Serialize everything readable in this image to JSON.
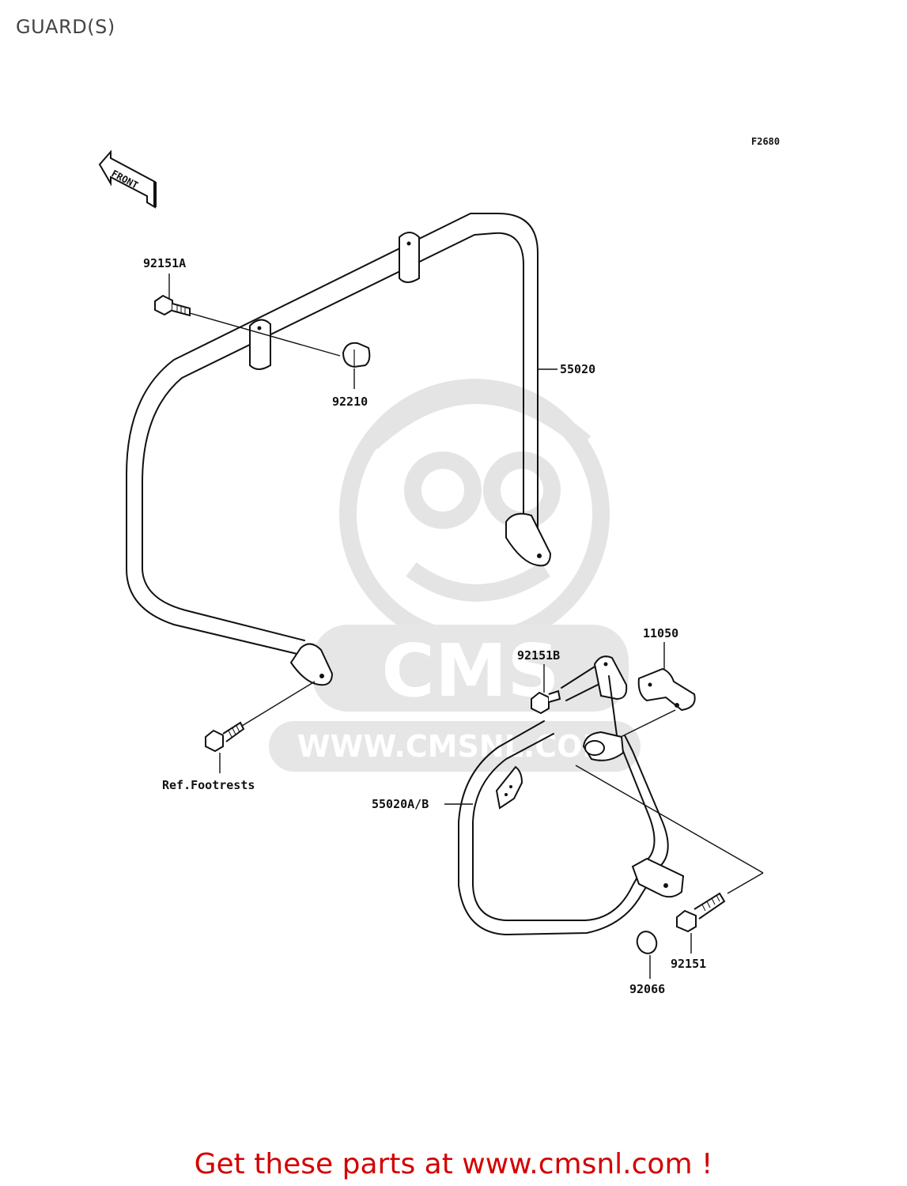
{
  "page": {
    "title": "GUARD(S)"
  },
  "figure": {
    "code": "F2680",
    "front_arrow_label": "FRONT"
  },
  "parts": {
    "p92151A": "92151A",
    "p92210": "92210",
    "p55020": "55020",
    "p11050": "11050",
    "p92151B": "92151B",
    "pRef": "Ref.Footrests",
    "p55020AB": "55020A/B",
    "p92151": "92151",
    "p92066": "92066"
  },
  "watermark": {
    "brand": "CMS",
    "url": "WWW.CMSNL.COM"
  },
  "footer": {
    "text": "Get these parts at www.cmsnl.com !"
  },
  "colors": {
    "footer": "#d40000",
    "watermark": "#e6e6e6",
    "line": "#111111"
  }
}
